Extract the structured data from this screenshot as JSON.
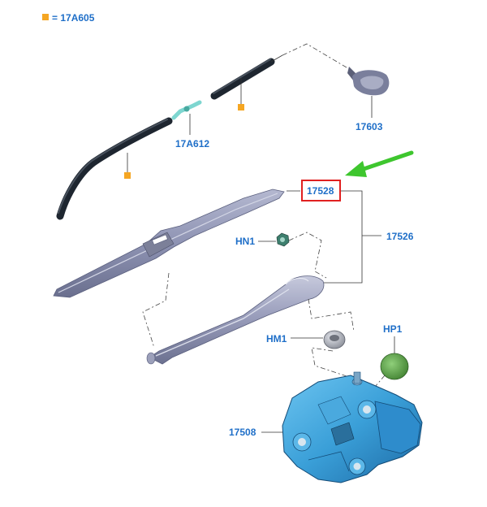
{
  "legend": {
    "text": "= 17A605",
    "color": "#f5a623"
  },
  "labels": {
    "p17603": "17603",
    "p17A612": "17A612",
    "p17528": "17528",
    "p17526": "17526",
    "hn1": "HN1",
    "hm1": "HM1",
    "hp1": "HP1",
    "p17508": "17508"
  },
  "colors": {
    "label": "#1f6fc8",
    "highlight_box": "#e02020",
    "arrow": "#3ec62e",
    "motor": "#3a9fd8",
    "blade": "#8a8fb0",
    "cap": "#6aa84f"
  },
  "highlighted_part": "17528"
}
